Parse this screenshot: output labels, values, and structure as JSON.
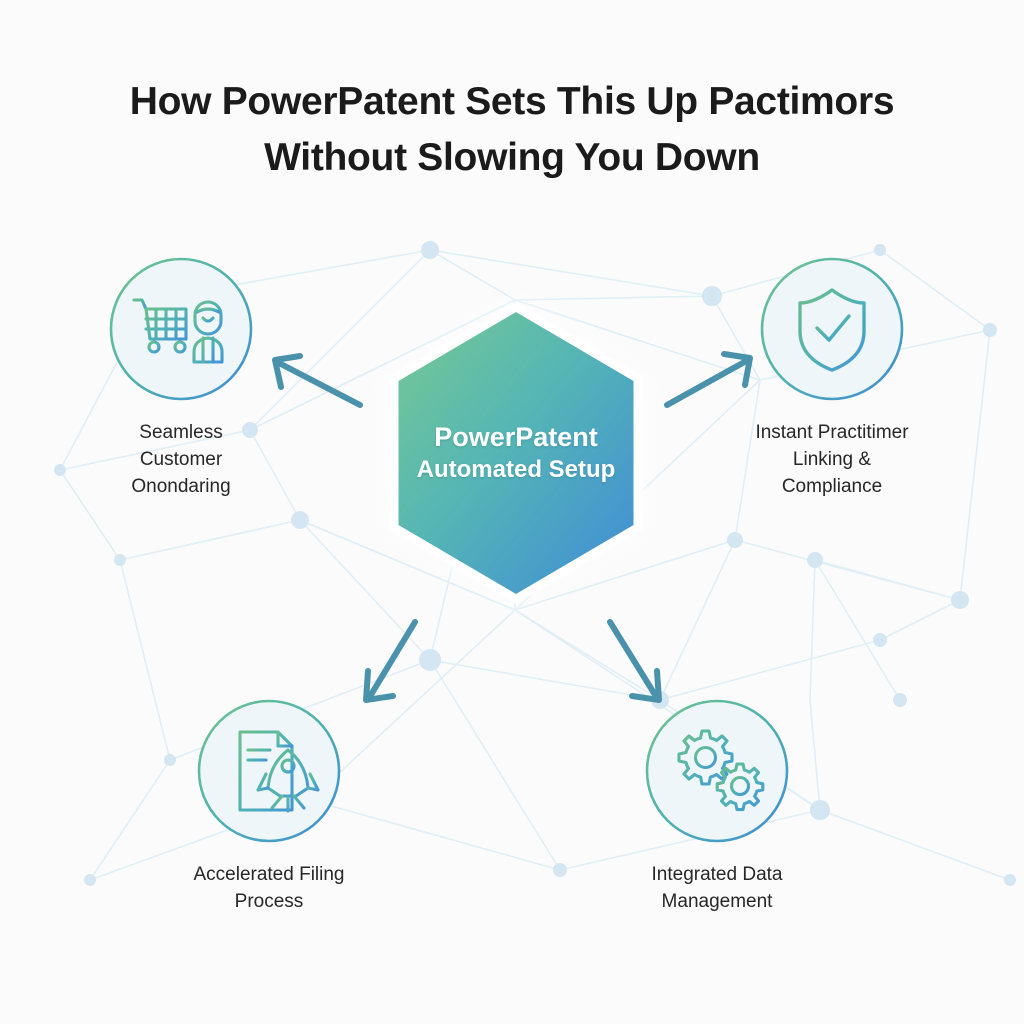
{
  "page": {
    "background_color": "#fbfbfb",
    "title": "How PowerPatent Sets This Up Pactimors\nWithout Slowing You Down",
    "title_color": "#1b1b1b"
  },
  "palette": {
    "gradient_start": "#6fc48c",
    "gradient_mid": "#4fb2b0",
    "gradient_end": "#3d8ad8",
    "arrow_color": "#4a92ac",
    "network_line": "#dfeef5",
    "network_node": "#d3e6f1",
    "circle_fill": "#eef6f9",
    "label_color": "#272727"
  },
  "hub": {
    "shape": "hexagon",
    "line1": "PowerPatent",
    "line2": "Automated Setup",
    "text_color": "#ffffff"
  },
  "nodes": [
    {
      "id": "seamless-customer-onondaring",
      "position": "top-left",
      "icon": "shopping-cart-customer-icon",
      "label": "Seamless\nCustomer\nOnondaring"
    },
    {
      "id": "instant-practitimer-linking-compliance",
      "position": "top-right",
      "icon": "shield-check-icon",
      "label": "Instant Practitimer\nLinking &\nCompliance"
    },
    {
      "id": "accelerated-filing-process",
      "position": "bottom-left",
      "icon": "document-rocket-icon",
      "label": "Accelerated Filing\nProcess"
    },
    {
      "id": "integrated-data-management",
      "position": "bottom-right",
      "icon": "gears-icon",
      "label": "Integrated Data\nManagement"
    }
  ],
  "arrows": [
    {
      "id": "arrow-to-top-left",
      "direction": "up-left"
    },
    {
      "id": "arrow-to-top-right",
      "direction": "up-right"
    },
    {
      "id": "arrow-to-bottom-left",
      "direction": "down-left"
    },
    {
      "id": "arrow-to-bottom-right",
      "direction": "down-right"
    }
  ]
}
